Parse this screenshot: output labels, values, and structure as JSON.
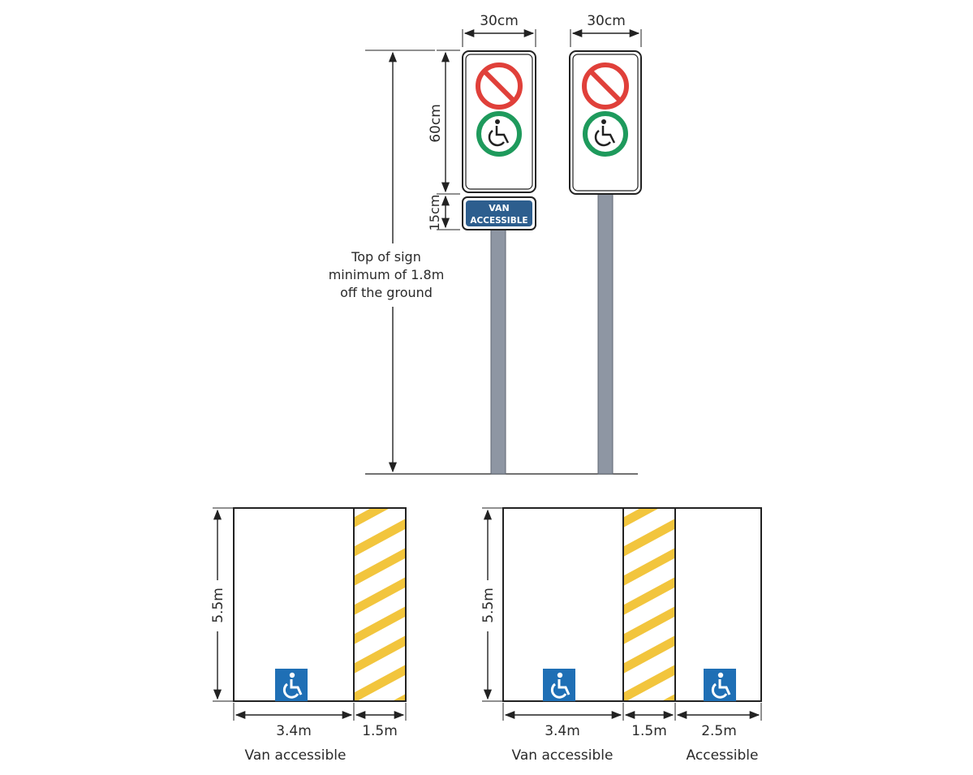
{
  "signs": {
    "van_sign": {
      "width_label": "30cm",
      "main_height_label": "60cm",
      "tab_height_label": "15cm",
      "tab_text_line1": "VAN",
      "tab_text_line2": "ACCESSIBLE"
    },
    "regular_sign": {
      "width_label": "30cm"
    },
    "height_note": [
      "Top of sign",
      "minimum of 1.8m",
      "off the ground"
    ]
  },
  "stalls": {
    "van_layout": {
      "length_label": "5.5m",
      "stall_width_label": "3.4m",
      "aisle_width_label": "1.5m",
      "stall_caption": "Van accessible"
    },
    "mixed_layout": {
      "length_label": "5.5m",
      "van_width_label": "3.4m",
      "aisle_width_label": "1.5m",
      "regular_width_label": "2.5m",
      "van_caption": "Van accessible",
      "regular_caption": "Accessible"
    }
  },
  "colors": {
    "prohibition_red": "#e0403a",
    "permission_green": "#1e9a5c",
    "tab_blue": "#2d5e8e",
    "symbol_blue": "#1f6fb5",
    "hatch_yellow": "#f2c53d",
    "post_gray": "#8e96a3"
  },
  "icons": [
    "no-parking-icon",
    "wheelchair-icon",
    "accessible-parking-symbol"
  ]
}
